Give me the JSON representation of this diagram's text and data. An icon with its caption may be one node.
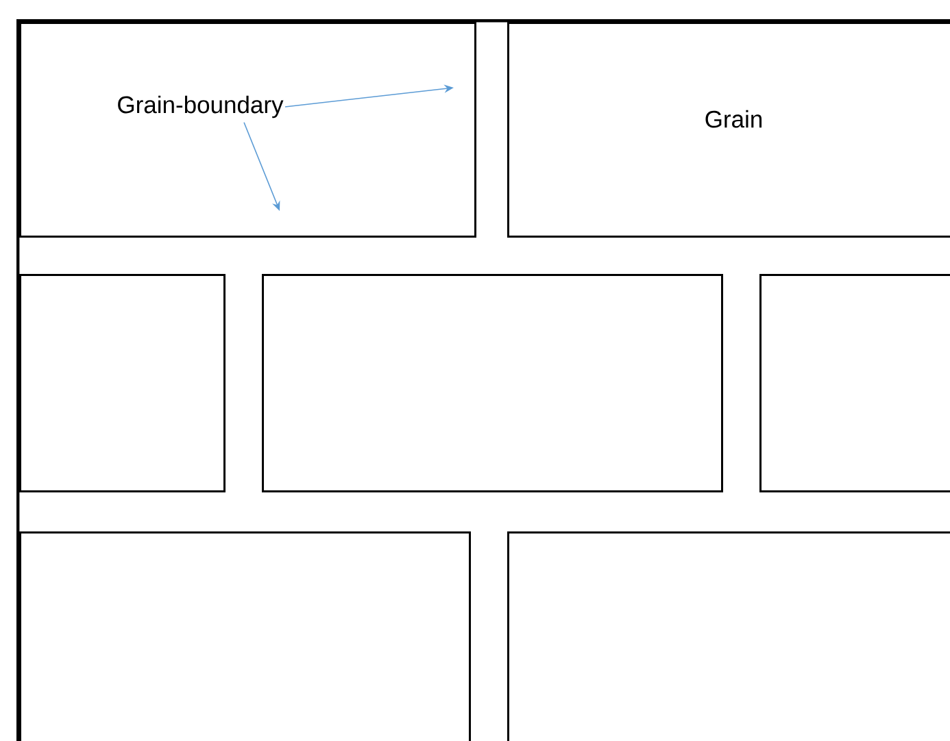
{
  "diagram": {
    "nodes": [
      {
        "text": [],
        "shape": "box"
      },
      {
        "text": [],
        "shape": "box",
        "in": 0
      },
      {
        "text": [
          "Grain-boundary"
        ],
        "in": 1
      },
      {
        "text": [
          "Grain"
        ],
        "in": 0
      },
      {
        "text": [],
        "shape": "box",
        "in": 0
      },
      {
        "text": [],
        "shape": "box",
        "in": 0
      },
      {
        "text": [],
        "shape": "box",
        "in": 0
      },
      {
        "text": [],
        "shape": "box",
        "in": 0
      },
      {
        "text": [],
        "shape": "box",
        "in": 0
      }
    ],
    "edges": [
      {
        "from": 2,
        "to": null,
        "arrow": "to"
      },
      {
        "from": 2,
        "to": null,
        "arrow": "to"
      }
    ]
  }
}
